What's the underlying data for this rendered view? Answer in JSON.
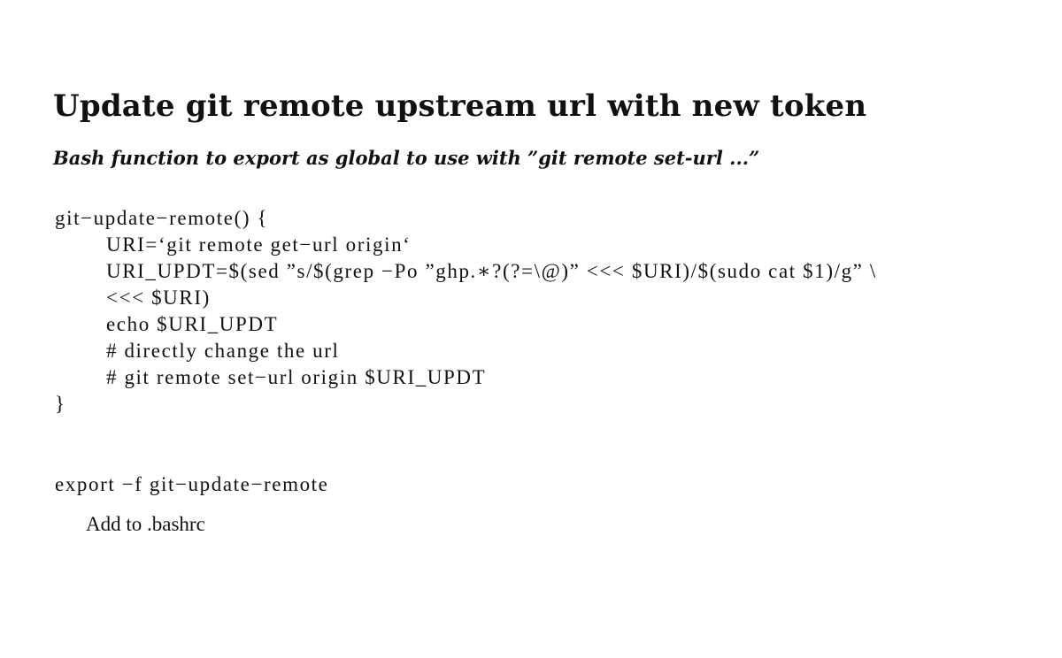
{
  "document": {
    "title": "Update git remote upstream url with new token",
    "subtitle": "Bash function to export as global to use with ”git remote set-url ...”",
    "code_block": {
      "lines": [
        "git−update−remote() {",
        "URI=‘git remote get−url origin‘",
        "URI_UPDT=$(sed ”s/$(grep −Po ”ghp.∗?(?=\\@)” <<< $URI)/$(sudo cat $1)/g” \\",
        "<<< $URI)",
        "echo $URI_UPDT",
        "# directly change the url",
        "# git remote set−url origin $URI_UPDT",
        "}"
      ]
    },
    "export_command": "export −f git−update−remote",
    "note": "Add to .bashrc"
  }
}
